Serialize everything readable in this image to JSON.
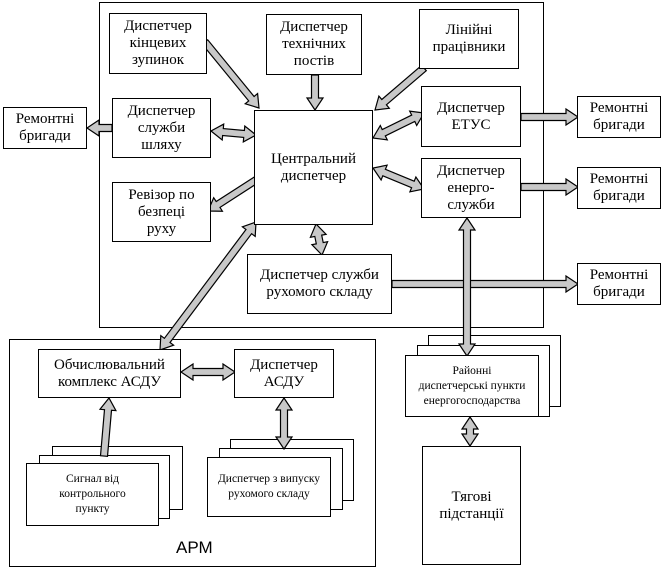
{
  "diagram": {
    "nodes": {
      "disp_kintsevykh": "Диспетчер\nкінцевих\nзупинок",
      "disp_tekhnichnykh": "Диспетчер\nтехнічних\nпостів",
      "liniini": "Лінійні\nпрацівники",
      "disp_shliakhu": "Диспетчер\nслужби\nшляху",
      "tsentralnyi": "Центральний\nдиспетчер",
      "disp_etus": "Диспетчер\nЕТУС",
      "revizor": "Ревізор по\nбезпеці\nруху",
      "disp_enerho": "Диспетчер\nенерго-\nслужби",
      "disp_rukhomoho": "Диспетчер служби\nрухомого  складу",
      "remontni_left": "Ремонтні\nбригади",
      "remontni_1": "Ремонтні\nбригади",
      "remontni_2": "Ремонтні\nбригади",
      "remontni_3": "Ремонтні\nбригади",
      "raionni": "Районні\nдиспетчерські пункти\nенергогосподарства",
      "obchysliuvalnyi": "Обчислювальний\nкомплекс АСДУ",
      "disp_asdu": "Диспетчер\nАСДУ",
      "syhnal": "Сигнал від\nконтрольного\nпункту",
      "disp_vypusku": "Диспетчер з випуску\nрухомого складу",
      "tiahovi": "Тягові\nпідстанції"
    },
    "group_label": "АРМ",
    "colors": {
      "arrow_fill": "#c8c8c8",
      "stroke": "#000000"
    }
  }
}
